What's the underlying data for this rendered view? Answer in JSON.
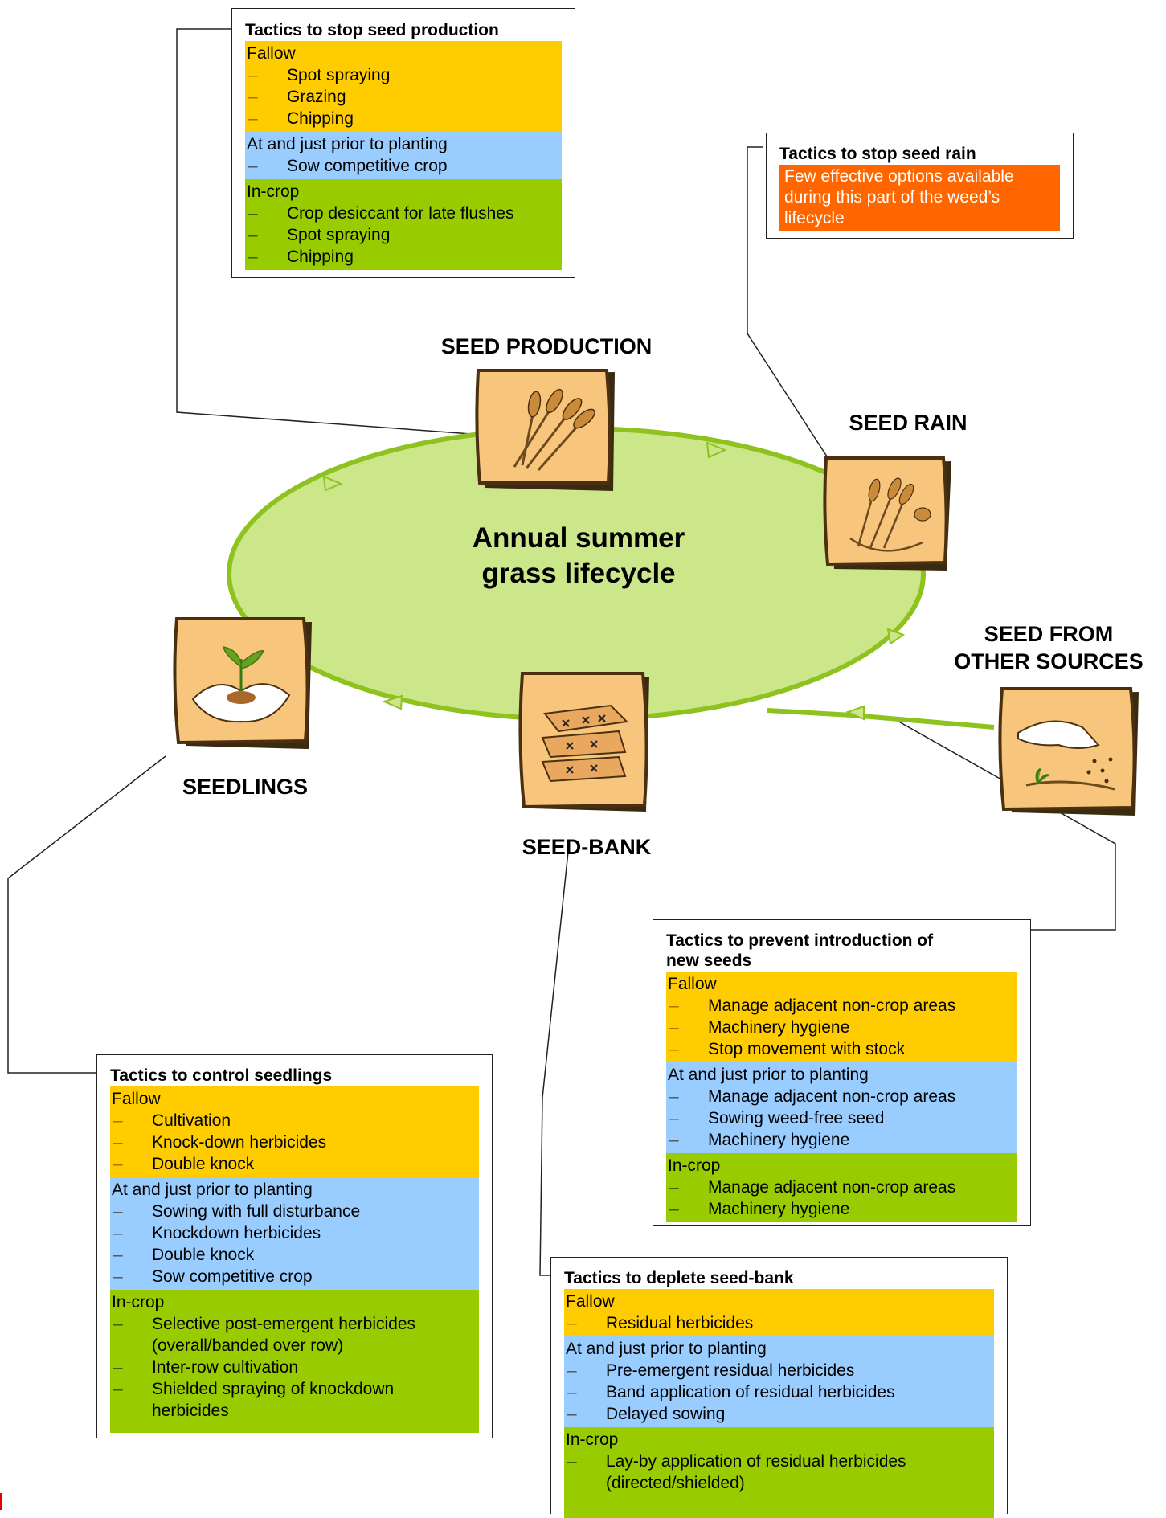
{
  "center": {
    "line1": "Annual summer",
    "line2": "grass lifecycle"
  },
  "stages": {
    "seed_production": "SEED PRODUCTION",
    "seed_rain": "SEED RAIN",
    "seed_other_line1": "SEED FROM",
    "seed_other_line2": "OTHER SOURCES",
    "seedbank": "SEED-BANK",
    "seedlings": "SEEDLINGS"
  },
  "dash": "–",
  "boxes": {
    "seed_production": {
      "title": "Tactics to stop seed production",
      "fallow": {
        "head": "Fallow",
        "items": [
          "Spot spraying",
          "Grazing",
          "Chipping"
        ]
      },
      "plant": {
        "head": "At and just prior to planting",
        "items": [
          "Sow competitive crop"
        ]
      },
      "incrop": {
        "head": "In-crop",
        "items": [
          "Crop desiccant for late flushes",
          "Spot spraying",
          "Chipping"
        ]
      }
    },
    "seed_rain": {
      "title": "Tactics to stop seed rain",
      "note": [
        "Few effective options available",
        "during this part of the weed’s",
        "lifecycle"
      ]
    },
    "new_seeds": {
      "title_line1": "Tactics to prevent introduction of",
      "title_line2": "new seeds",
      "fallow": {
        "head": "Fallow",
        "items": [
          "Manage adjacent non-crop areas",
          "Machinery hygiene",
          "Stop movement with stock"
        ]
      },
      "plant": {
        "head": "At and just prior to planting",
        "items": [
          "Manage adjacent non-crop areas",
          "Sowing weed-free seed",
          "Machinery hygiene"
        ]
      },
      "incrop": {
        "head": "In-crop",
        "items": [
          "Manage adjacent non-crop areas",
          "Machinery hygiene"
        ]
      }
    },
    "seedlings": {
      "title": "Tactics to control seedlings",
      "fallow": {
        "head": "Fallow",
        "items": [
          "Cultivation",
          "Knock-down herbicides",
          "Double knock"
        ]
      },
      "plant": {
        "head": "At and just prior to planting",
        "items": [
          "Sowing with full disturbance",
          "Knockdown herbicides",
          "Double knock",
          "Sow competitive crop"
        ]
      },
      "incrop": {
        "head": "In-crop",
        "items": [
          "Selective post-emergent herbicides",
          "(overall/banded over row)",
          "Inter-row cultivation",
          "Shielded spraying of knockdown",
          "herbicides"
        ]
      }
    },
    "seedbank": {
      "title": "Tactics to deplete seed-bank",
      "fallow": {
        "head": "Fallow",
        "items": [
          "Residual herbicides"
        ]
      },
      "plant": {
        "head": "At and just prior to planting",
        "items": [
          "Pre-emergent residual herbicides",
          "Band application of residual herbicides",
          "Delayed sowing"
        ]
      },
      "incrop": {
        "head": "In-crop",
        "items": [
          "Lay-by application of residual herbicides",
          "(directed/shielded)"
        ]
      }
    }
  },
  "colors": {
    "fallow": "#ffcc00",
    "plant": "#99ccff",
    "incrop": "#99cc00",
    "orange": "#ff6600",
    "ellipse_fill": "#cce68a",
    "ellipse_stroke": "#8ec21f",
    "icon_bg": "#f7c57c"
  },
  "icons": [
    "wheat-bundle-icon",
    "wheat-scatter-icon",
    "hand-sowing-seeds-icon",
    "seed-bank-layers-icon",
    "seedling-in-hands-icon"
  ]
}
